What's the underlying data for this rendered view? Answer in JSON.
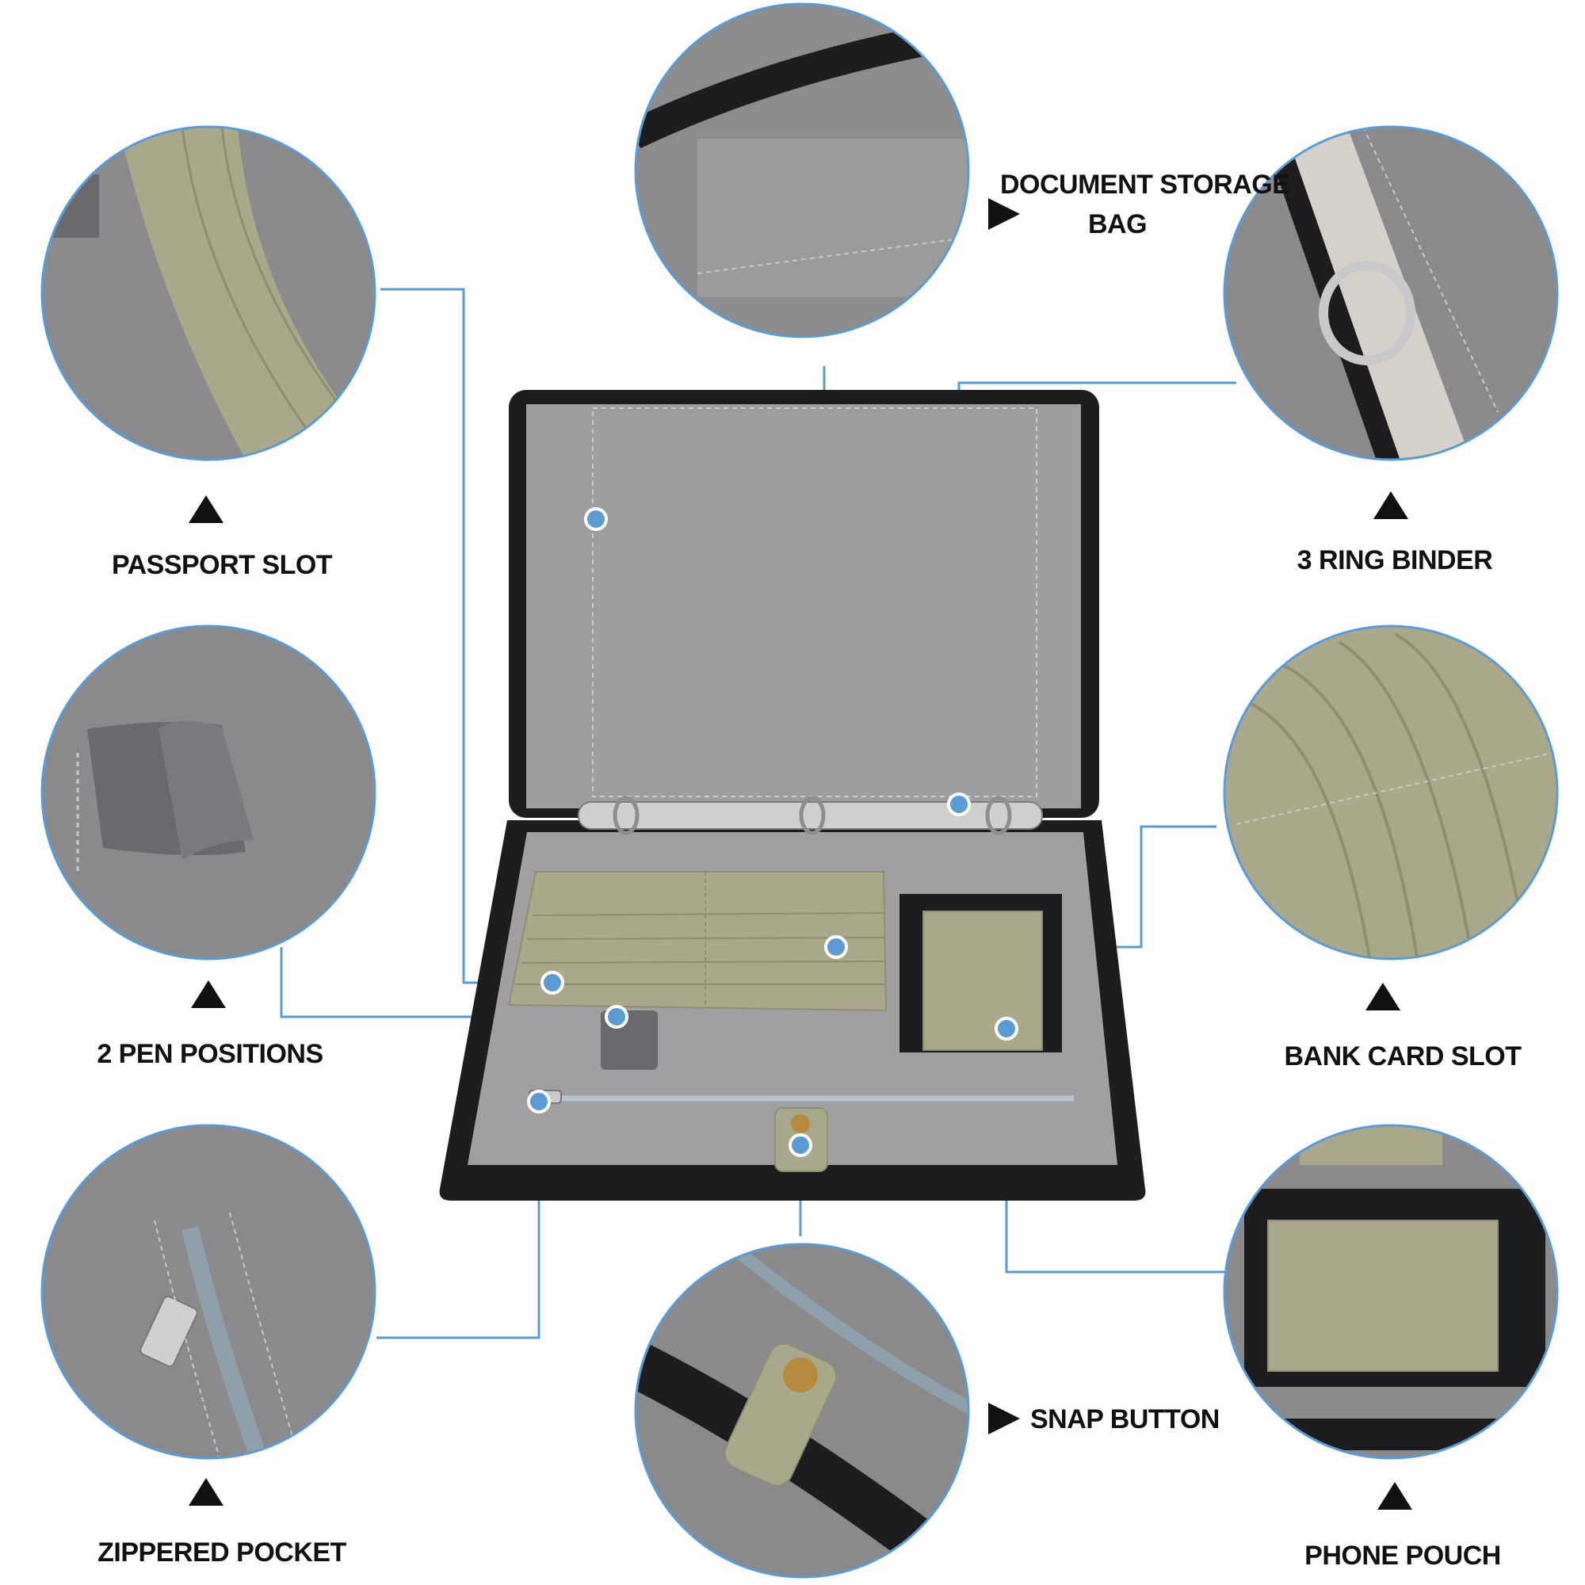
{
  "callouts": {
    "document_storage_bag": {
      "line1": "DOCUMENT STORAGE",
      "line2": "BAG"
    },
    "passport_slot": "PASSPORT SLOT",
    "three_ring_binder": "3 RING BINDER",
    "two_pen_positions": "2 PEN POSITIONS",
    "bank_card_slot": "BANK CARD SLOT",
    "zippered_pocket": "ZIPPERED POCKET",
    "snap_button": "SNAP BUTTON",
    "phone_pouch": "PHONE POUCH"
  },
  "colors": {
    "accent_line": "#5b9bd5",
    "felt": "#8a8a8c",
    "felt_light": "#a3a3a5",
    "leather": "#a9a88a",
    "zipper": "#1d1d1f"
  }
}
